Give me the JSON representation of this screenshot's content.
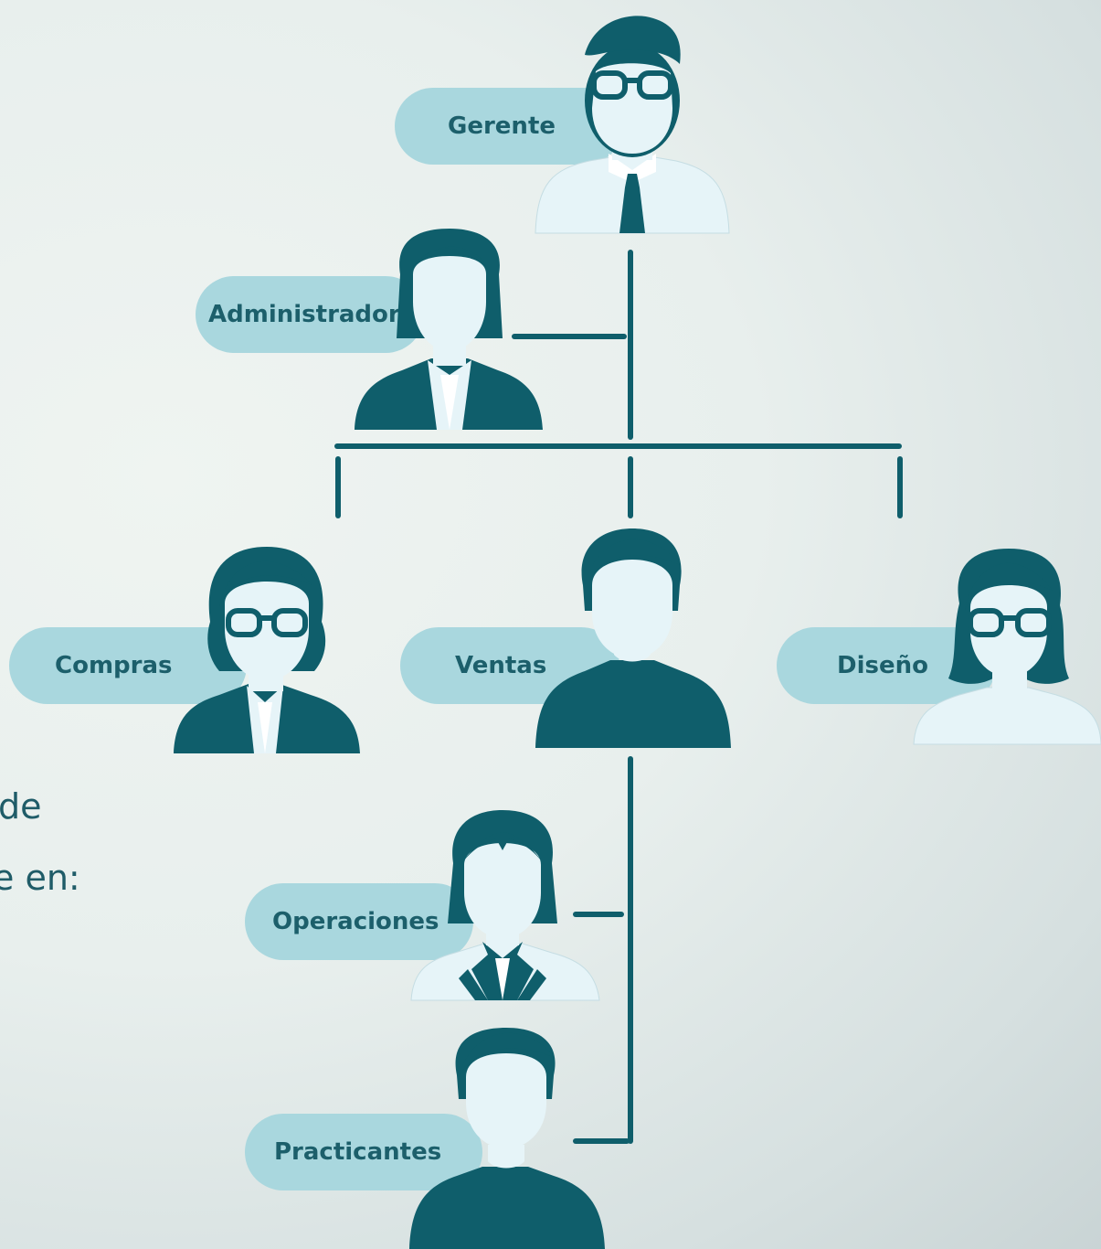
{
  "side_text": {
    "line1": "de",
    "line2": "e en:"
  },
  "roles": {
    "gerente": "Gerente",
    "administrador": "Administrador",
    "compras": "Compras",
    "ventas": "Ventas",
    "diseno": "Diseño",
    "operaciones": "Operaciones",
    "practicantes": "Practicantes"
  },
  "colors": {
    "dark_teal": "#0f5e6b",
    "pill": "#a9d7de",
    "skin": "#e6f4f8",
    "connector": "#0f5e6b"
  }
}
